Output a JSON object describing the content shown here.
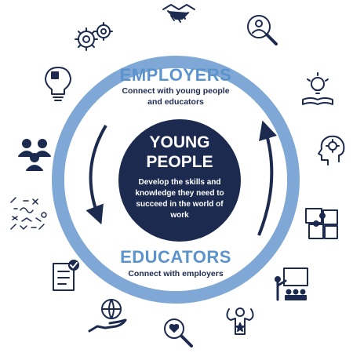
{
  "employers": {
    "title": "EMPLOYERS",
    "line1": "Connect with young people",
    "line2": "and educators"
  },
  "young_people": {
    "title1": "YOUNG",
    "title2": "PEOPLE",
    "line1": "Develop the skills and",
    "line2": "knowledge they need to",
    "line3": "succeed in the world of",
    "line4": "work"
  },
  "educators": {
    "title": "EDUCATORS",
    "line1": "Connect with employers"
  },
  "colors": {
    "ring": "#7fa8d6",
    "center": "#1b2a4e",
    "heading": "#5b93cc",
    "icon_stroke": "#1b2a4e"
  },
  "icons": [
    "handshake-icon",
    "person-search-icon",
    "book-lightbulb-icon",
    "head-gear-icon",
    "puzzle-icon",
    "teacher-class-icon",
    "strong-person-icon",
    "magnifier-heart-icon",
    "hand-globe-icon",
    "checklist-icon",
    "math-symbols-icon",
    "people-group-icon",
    "puzzle-lightbulb-icon",
    "gears-icon"
  ]
}
